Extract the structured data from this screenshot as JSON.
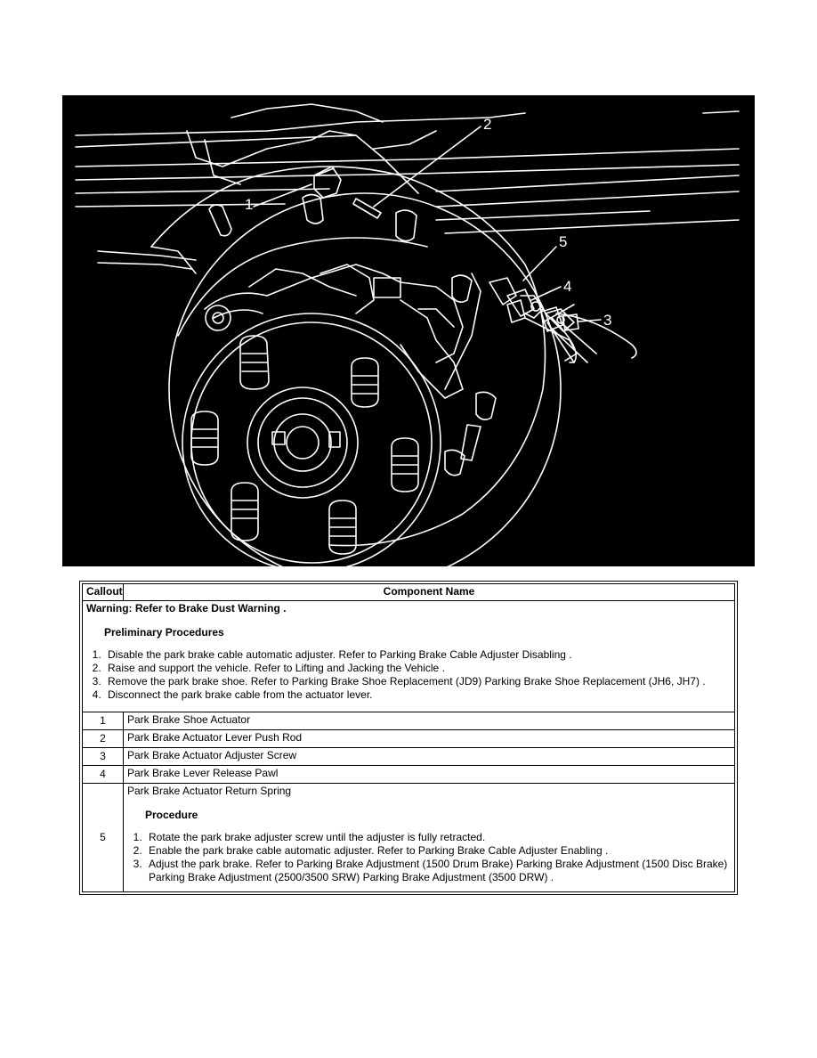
{
  "figure": {
    "callouts": [
      "1",
      "2",
      "3",
      "4",
      "5"
    ]
  },
  "table": {
    "headers": {
      "callout": "Callout",
      "component": "Component Name"
    },
    "warning": "Warning: Refer to Brake Dust Warning .",
    "preliminary": {
      "title": "Preliminary Procedures",
      "steps": [
        "Disable the park brake cable automatic adjuster. Refer to Parking Brake Cable Adjuster Disabling .",
        "Raise and support the vehicle. Refer to Lifting and Jacking the Vehicle .",
        "Remove the park brake shoe. Refer to Parking Brake Shoe Replacement (JD9) Parking Brake Shoe Replacement (JH6, JH7) .",
        "Disconnect the park brake cable from the actuator lever."
      ]
    },
    "rows": [
      {
        "callout": "1",
        "name": "Park Brake Shoe Actuator"
      },
      {
        "callout": "2",
        "name": "Park Brake Actuator Lever Push Rod"
      },
      {
        "callout": "3",
        "name": "Park Brake Actuator Adjuster Screw"
      },
      {
        "callout": "4",
        "name": "Park Brake Lever Release Pawl"
      }
    ],
    "last": {
      "callout": "5",
      "name": "Park Brake Actuator Return Spring",
      "procedure_title": "Procedure",
      "steps": [
        "Rotate the park brake adjuster screw until the adjuster is fully retracted.",
        "Enable the park brake cable automatic adjuster. Refer to Parking Brake Cable Adjuster Enabling .",
        "Adjust the park brake. Refer to Parking Brake Adjustment (1500 Drum Brake) Parking Brake Adjustment (1500 Disc Brake) Parking Brake Adjustment (2500/3500 SRW) Parking Brake Adjustment (3500 DRW) ."
      ]
    }
  }
}
